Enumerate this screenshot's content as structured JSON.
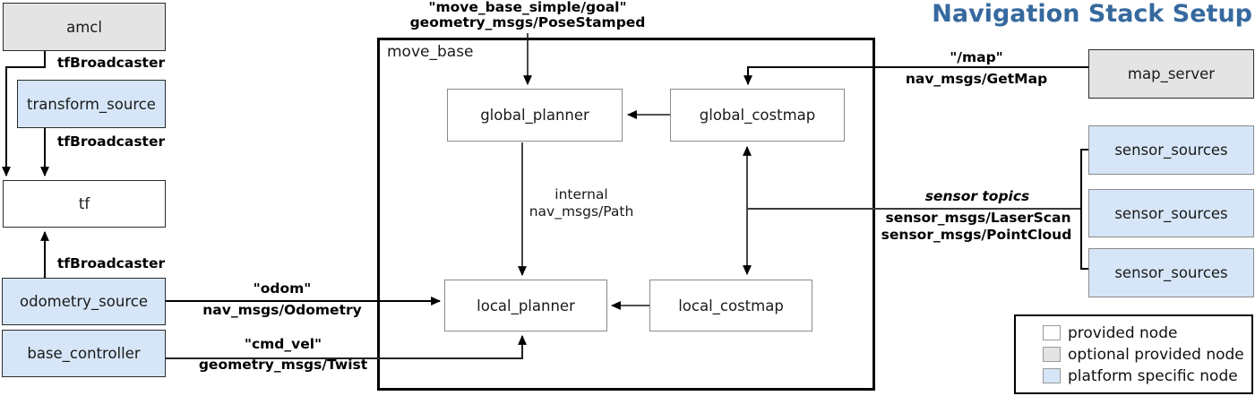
{
  "title": "Navigation Stack Setup",
  "colors": {
    "title_text": "#36699e",
    "provided_node_fill": "#ffffff",
    "optional_provided_node_fill": "#e4e4e4",
    "platform_specific_node_fill": "#d6e6f8",
    "line": "#000000"
  },
  "nodes": {
    "amcl": "amcl",
    "transform_source": "transform_source",
    "tf": "tf",
    "odometry_source": "odometry_source",
    "base_controller": "base_controller",
    "move_base": "move_base",
    "global_planner": "global_planner",
    "global_costmap": "global_costmap",
    "local_planner": "local_planner",
    "local_costmap": "local_costmap",
    "map_server": "map_server",
    "sensor_sources": [
      "sensor_sources",
      "sensor_sources",
      "sensor_sources"
    ]
  },
  "edges": {
    "tf_broadcaster_amcl": "tfBroadcaster",
    "tf_broadcaster_transform": "tfBroadcaster",
    "tf_broadcaster_odometry": "tfBroadcaster",
    "goal_topic": {
      "line1": "\"move_base_simple/goal\"",
      "line2": "geometry_msgs/PoseStamped"
    },
    "map_topic": {
      "line1": "\"/map\"",
      "line2": "nav_msgs/GetMap"
    },
    "sensor_topics": {
      "line1": "sensor topics",
      "line2": "sensor_msgs/LaserScan",
      "line3": "sensor_msgs/PointCloud"
    },
    "odom_topic": {
      "line1": "\"odom\"",
      "line2": "nav_msgs/Odometry"
    },
    "cmd_vel_topic": {
      "line1": "\"cmd_vel\"",
      "line2": "geometry_msgs/Twist"
    },
    "internal_path": {
      "line1": "internal",
      "line2": "nav_msgs/Path"
    }
  },
  "legend": {
    "items": [
      {
        "label": "provided node",
        "type": "provided"
      },
      {
        "label": "optional provided node",
        "type": "optional"
      },
      {
        "label": "platform specific node",
        "type": "platform"
      }
    ]
  }
}
